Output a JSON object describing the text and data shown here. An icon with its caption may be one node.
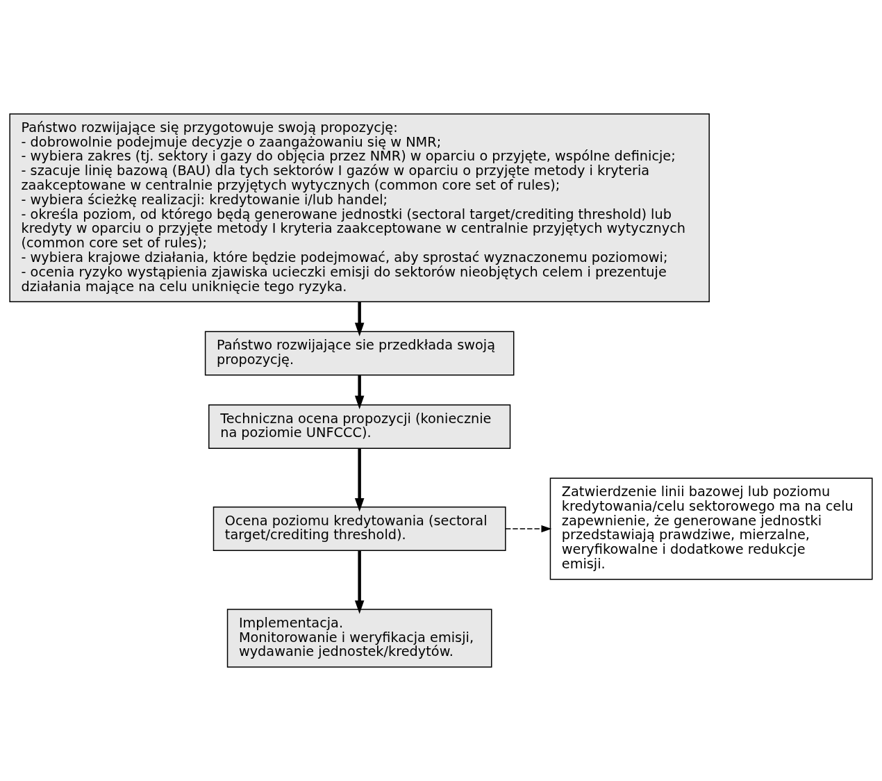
{
  "diagram": {
    "nodes": [
      {
        "text": [
          "Państwo rozwijające się przygotowuje swoją propozycję:",
          "- dobrowolnie podejmuje decyzje o zaangażowaniu się w NMR;",
          "- wybiera zakres (tj. sektory i gazy do objęcia przez NMR) w oparciu o przyjęte, wspólne definicje;",
          "- szacuje linię bazową (BAU) dla tych sektorów I gazów w oparciu o przyjęte metody i kryteria zaakceptowane w centralnie przyjętych wytycznych (common core set of rules);",
          "- wybiera ścieżkę realizacji: kredytowanie i/lub handel;",
          "- określa poziom, od którego będą generowane jednostki (sectoral target/crediting threshold) lub kredyty w oparciu o przyjęte metody I kryteria zaakceptowane w centralnie przyjętych wytycznych (common core set of rules);",
          "- wybiera krajowe działania, które będzie podejmować, aby sprostać wyznaczonemu poziomowi;",
          "- ocenia ryzyko wystąpienia zjawiska ucieczki emisji do sektorów nieobjętych celem i prezentuje działania mające na celu uniknięcie tego ryzyka."
        ]
      },
      {
        "text": [
          "Państwo rozwijające sie przedkłada swoją propozycję."
        ]
      },
      {
        "text": [
          "Techniczna ocena propozycji (koniecznie na poziomie UNFCCC)."
        ]
      },
      {
        "text": [
          "Ocena poziomu kredytowania (sectoral target/crediting threshold)."
        ]
      },
      {
        "text": [
          "Zatwierdzenie linii bazowej lub poziomu kredytowania/celu sektorowego ma na celu zapewnienie, że generowane jednostki przedstawiają prawdziwe, mierzalne, weryfikowalne i dodatkowe redukcje emisji."
        ]
      },
      {
        "text": [
          "Implementacja.",
          "Monitorowanie i weryfikacja emisji, wydawanie jednostek/kredytów."
        ]
      }
    ],
    "edges": [
      {
        "from": 0,
        "to": 1,
        "arrow": "to"
      },
      {
        "from": 1,
        "to": 2,
        "arrow": "to"
      },
      {
        "from": 2,
        "to": 3,
        "arrow": "to"
      },
      {
        "from": 3,
        "to": 4,
        "arrow": "to",
        "style": "dashed"
      },
      {
        "from": 3,
        "to": 5,
        "arrow": "to"
      }
    ]
  }
}
